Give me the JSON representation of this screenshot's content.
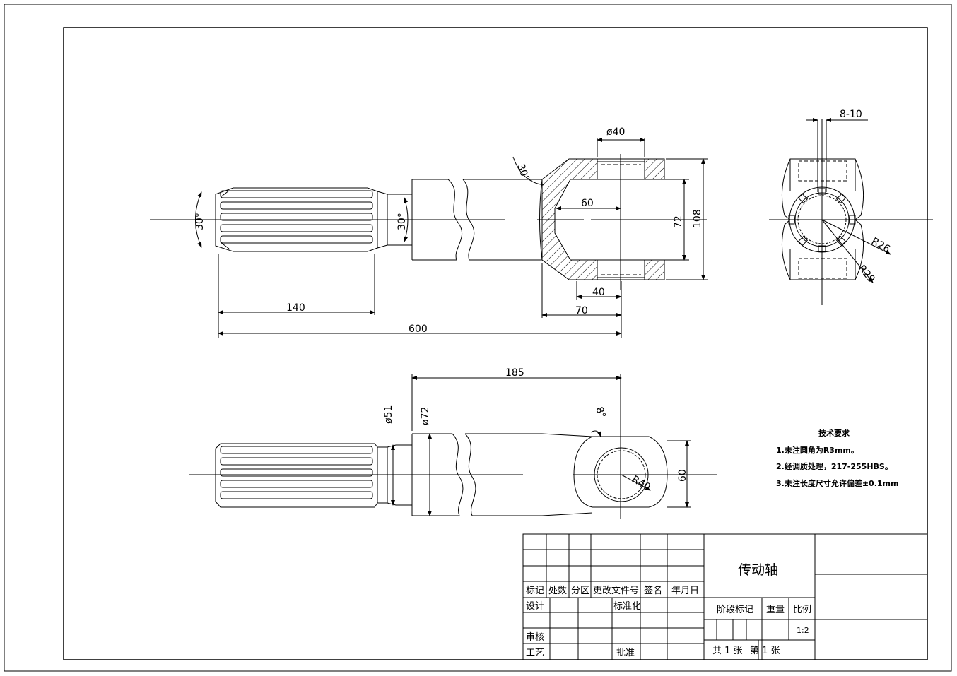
{
  "dimensions": {
    "d140": "140",
    "d600": "600",
    "d60": "60",
    "d72": "72",
    "d108": "108",
    "d40a": "40",
    "d70": "70",
    "phi40": "ø40",
    "ang30a": "30°",
    "ang30b": "30°",
    "ang30c": "30°",
    "d8_10": "8-10",
    "r26": "R26",
    "r29": "R29",
    "d185": "185",
    "phi51": "ø51",
    "phi72": "ø72",
    "ang8": "8°",
    "r40": "R40",
    "d60b": "60"
  },
  "notes": {
    "title": "技术要求",
    "items": [
      "1.未注圆角为R3mm。",
      "2.经调质处理，217-255HBS。",
      "3.未注长度尺寸允许偏差±0.1mm"
    ]
  },
  "titleblock": {
    "part_name": "传动轴",
    "h_mark": "标记",
    "h_count": "处数",
    "h_zone": "分区",
    "h_docno": "更改文件号",
    "h_sign": "签名",
    "h_date": "年月日",
    "design": "设计",
    "standard": "标准化",
    "review": "审核",
    "process": "工艺",
    "approve": "批准",
    "stage": "阶段标记",
    "weight": "重量",
    "scale": "比例",
    "scale_value": "1:2",
    "sheet_total": "共 1 张",
    "sheet_no": "第 1 张"
  }
}
